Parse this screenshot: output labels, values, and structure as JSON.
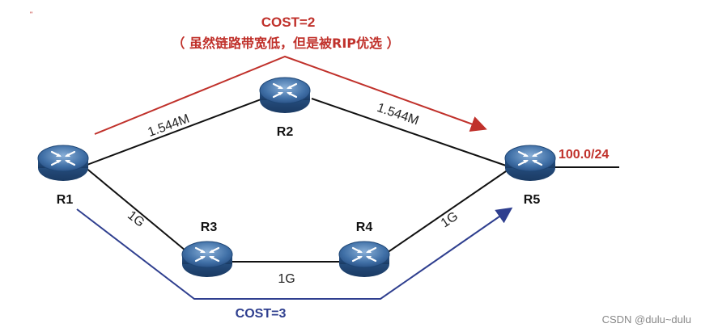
{
  "routers": {
    "r1": {
      "label": "R1"
    },
    "r2": {
      "label": "R2"
    },
    "r3": {
      "label": "R3"
    },
    "r4": {
      "label": "R4"
    },
    "r5": {
      "label": "R5"
    }
  },
  "links": {
    "r1_r2": "1.544M",
    "r2_r5": "1.544M",
    "r1_r3": "1G",
    "r3_r4": "1G",
    "r4_r5": "1G"
  },
  "network": {
    "prefix": "100.0/24"
  },
  "paths": {
    "top": {
      "cost": "COST=2",
      "note": "（ 虽然链路带宽低，但是被RIP优选 ）",
      "color": "#c0312b"
    },
    "bottom": {
      "cost": "COST=3",
      "color": "#2f3f8f"
    }
  },
  "marker": "\"",
  "watermark": "CSDN @dulu~dulu"
}
